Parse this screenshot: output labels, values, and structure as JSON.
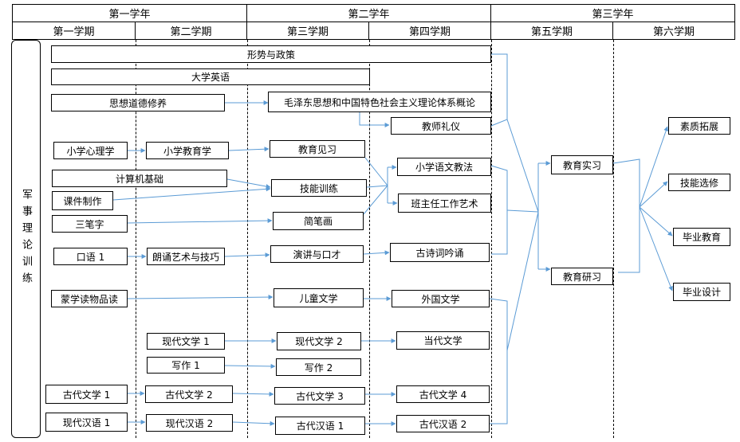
{
  "years": [
    "第一学年",
    "第二学年",
    "第三学年"
  ],
  "semesters": [
    "第一学期",
    "第二学期",
    "第三学期",
    "第四学期",
    "第五学期",
    "第六学期"
  ],
  "military": "军事理论训练",
  "courses": {
    "xingshi": "形势与政策",
    "yingyu": "大学英语",
    "sixiang": "思想道德修养",
    "maogai": "毛泽东思想和中国特色社会主义理论体系概论",
    "jiaoshi_liyi": "教师礼仪",
    "xiaoxue_xinli": "小学心理学",
    "xiaoxue_jiaoyu": "小学教育学",
    "jiaoyu_jianxi": "教育见习",
    "jisuanji": "计算机基础",
    "kejian": "课件制作",
    "jineng_xunlian": "技能训练",
    "xiaoxue_yuwen": "小学语文教法",
    "banzhuren": "班主任工作艺术",
    "sanbizi": "三笔字",
    "jianbihua": "简笔画",
    "kouyu": "口语 1",
    "langsong": "朗诵艺术与技巧",
    "yanjiang": "演讲与口才",
    "gushici": "古诗词吟诵",
    "mengxue": "蒙学读物品读",
    "ertong": "儿童文学",
    "waiguo": "外国文学",
    "xiandai_wx1": "现代文学 1",
    "xiandai_wx2": "现代文学 2",
    "dangdai": "当代文学",
    "xiezuo1": "写作 1",
    "xiezuo2": "写作 2",
    "gudai_wx1": "古代文学 1",
    "gudai_wx2": "古代文学 2",
    "gudai_wx3": "古代文学 3",
    "gudai_wx4": "古代文学 4",
    "xiandai_hy1": "现代汉语 1",
    "xiandai_hy2": "现代汉语 2",
    "gudai_hy1": "古代汉语 1",
    "gudai_hy2": "古代汉语 2",
    "jiaoyu_shixi": "教育实习",
    "jiaoyu_yanxiu": "教育研习",
    "suzhi": "素质拓展",
    "jineng_xuanxiu": "技能选修",
    "biye_jiaoyu": "毕业教育",
    "biye_sheji": "毕业设计"
  }
}
